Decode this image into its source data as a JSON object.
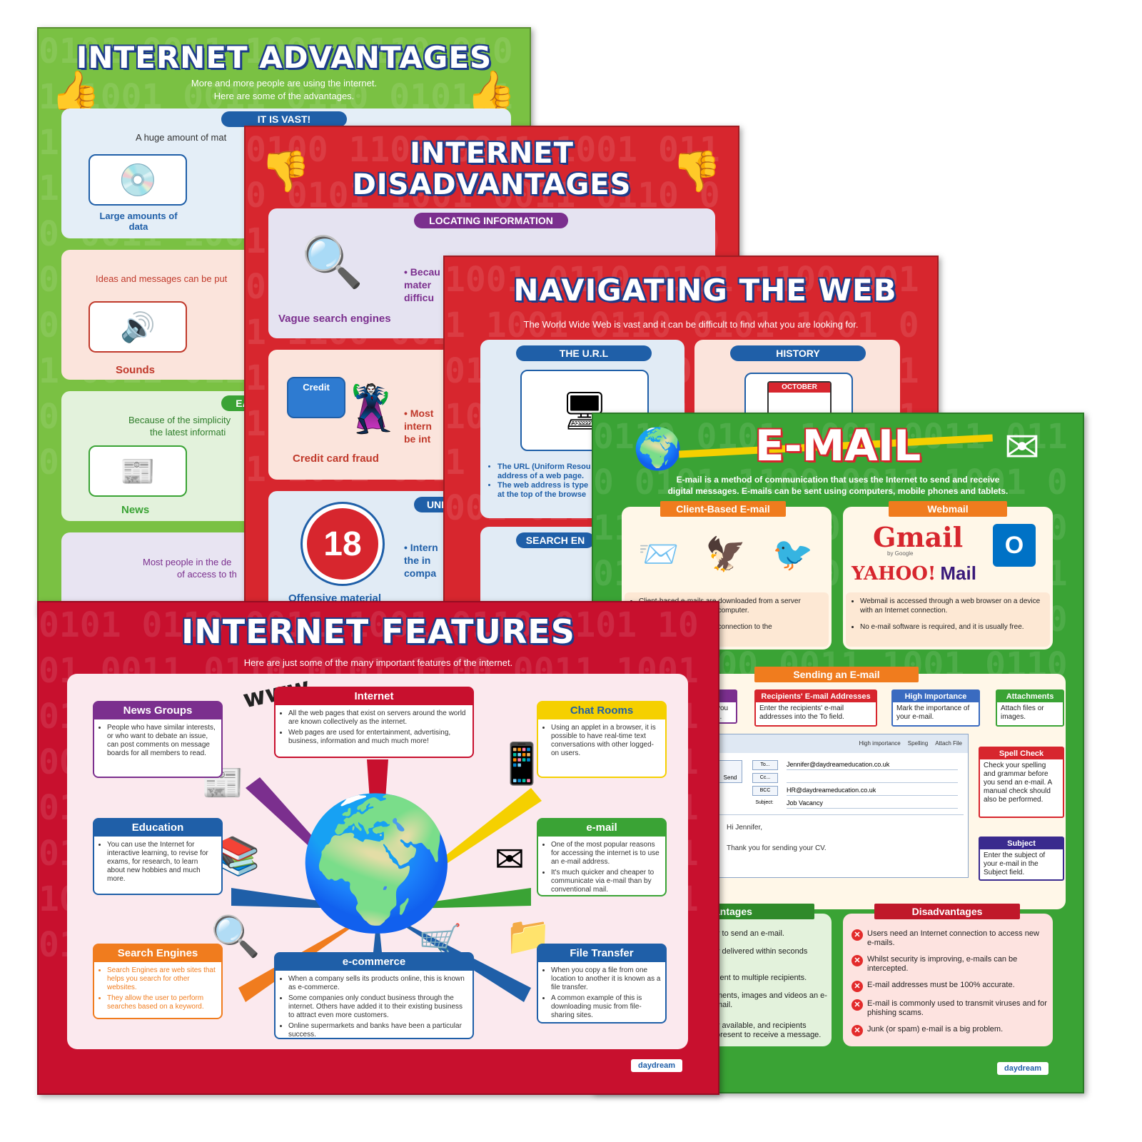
{
  "posters": {
    "advantages": {
      "title": "INTERNET ADVANTAGES",
      "subtitle_1": "More and more people are using the internet.",
      "subtitle_2": "Here are some of the advantages.",
      "section_vast": "IT IS VAST!",
      "vast_text": "A huge amount of mat",
      "item_data": "Large amounts of data",
      "ideas_text": "Ideas and messages can be put",
      "item_sounds": "Sounds",
      "easy_pill": "EA",
      "simplicity_1": "Because of the simplicity",
      "simplicity_2": "the latest informati",
      "item_news": "News",
      "most_people_1": "Most people in the de",
      "most_people_2": "of access to th",
      "colors": {
        "bg": "#7ac143",
        "accent": "#1f5fa8"
      }
    },
    "disadvantages": {
      "title_1": "INTERNET",
      "title_2": "DISADVANTAGES",
      "section_locating": "LOCATING INFORMATION",
      "locating_bullet": [
        "• Becau",
        "mater",
        "difficu"
      ],
      "item_vague": "Vague search engines",
      "item_credit": "Credit card fraud",
      "credit_bullet": [
        "• Most",
        "intern",
        "be int"
      ],
      "credit_card_word": "Credit",
      "section_un": "UNI",
      "item_eighteen": "18",
      "eighteen_bullet": [
        "• Intern",
        "the in",
        "compa"
      ],
      "item_offensive": "Offensive material",
      "colors": {
        "bg": "#d7262e",
        "accent": "#7b2f8e"
      }
    },
    "navigating": {
      "title": "NAVIGATING THE WEB",
      "subtitle": "The World Wide Web is vast and it can be difficult to find what you are looking for.",
      "section_url": "THE U.R.L",
      "section_history": "HISTORY",
      "section_search": "SEARCH EN",
      "url_bullets": [
        "The URL (Uniform Resou",
        "address of a web page.",
        "The web address is type",
        "at the top of the browse"
      ],
      "calendar_word": "OCTOBER",
      "colors": {
        "bg": "#d7262e",
        "accent": "#1f5fa8"
      }
    },
    "email": {
      "title": "E-MAIL",
      "subtitle_1": "E-mail is a method of communication that uses the Internet to send and receive",
      "subtitle_2": "digital messages. E-mails can be sent using computers, mobile phones and tablets.",
      "client_pill": "Client-Based E-mail",
      "webmail_pill": "Webmail",
      "client_bullets": [
        "Client-based e-mails are downloaded from a server",
        "d on a computer.",
        "ct connection to the"
      ],
      "webmail_bullets": [
        "Webmail is accessed through a web browser on a device with an Internet connection.",
        "No e-mail software is required, and it is usually free."
      ],
      "gmail_logo": "Gmail",
      "gmail_by": "by Google",
      "yahoo_logo": "YAHOO!",
      "yahoo_mail": "Mail",
      "sending_pill": "Sending an E-mail",
      "boxes": {
        "recipients": {
          "head": "Recipients' E-mail Addresses",
          "body": "Enter the recipients' e-mail addresses into the To field."
        },
        "importance": {
          "head": "High Importance",
          "body": "Mark the importance of your e-mail."
        },
        "attachments": {
          "head": "Attachments",
          "body": "Attach files or images."
        },
        "spell": {
          "head": "Spell Check",
          "body": "Check your spelling and grammar before you send an e-mail. A manual check should also be performed."
        },
        "subject": {
          "head": "Subject",
          "body": "Enter the subject of your e-mail in the Subject field."
        },
        "clipped": {
          "body": "you il."
        }
      },
      "client_window": {
        "toolbar": [
          "High importance",
          "Spelling",
          "Attach File"
        ],
        "send": "Send",
        "to_label": "To...",
        "cc_label": "Cc...",
        "bcc_label": "BCC",
        "subject_label": "Subject:",
        "to_value": "Jennifer@daydreameducation.co.uk",
        "bcc_value": "HR@daydreameducation.co.uk",
        "subject_value": "Job Vacancy",
        "body_1": "Hi Jennifer,",
        "body_2": "Thank you for sending your CV."
      },
      "adv_pill": "antages",
      "adv_items": [
        "y to send an e-mail.",
        "y delivered within seconds",
        "sent to multiple recipients.",
        "ments, images and videos an e-mail.",
        "y available, and recipients present to receive a message."
      ],
      "dis_pill": "Disadvantages",
      "dis_items": [
        "Users need an Internet connection to access new e-mails.",
        "Whilst security is improving, e-mails can be intercepted.",
        "E-mail addresses must be 100% accurate.",
        "E-mail is commonly used to transmit viruses and for phishing scams.",
        "Junk (or spam) e-mail is a big problem."
      ],
      "colors": {
        "bg": "#3aa335",
        "accent": "#f07c1e"
      }
    },
    "features": {
      "title": "INTERNET FEATURES",
      "subtitle": "Here are just some of the many important features of the internet.",
      "www": "www.",
      "cards": {
        "news": {
          "head": "News Groups",
          "bullets": [
            "People who have similar interests, or who want to debate an issue, can post comments on message boards for all members to read."
          ]
        },
        "internet": {
          "head": "Internet",
          "bullets": [
            "All the web pages that exist on servers around the world are known collectively as the internet.",
            "Web pages are used for entertainment, advertising, business, information and much much more!"
          ]
        },
        "chat": {
          "head": "Chat Rooms",
          "bullets": [
            "Using an applet in a browser, it is possible to have real-time text conversations with other logged-on users."
          ]
        },
        "education": {
          "head": "Education",
          "bullets": [
            "You can use the Internet for interactive learning, to revise for exams, for research, to learn about new hobbies and much more."
          ]
        },
        "email": {
          "head": "e-mail",
          "bullets": [
            "One of the most popular reasons for accessing the internet is to use an e-mail address.",
            "It's much quicker and cheaper to communicate via e-mail than by conventional mail."
          ]
        },
        "search": {
          "head": "Search Engines",
          "bullets": [
            "Search Engines are web sites that helps you search for other websites.",
            "They allow the user to perform searches based on a keyword."
          ]
        },
        "ecommerce": {
          "head": "e-commerce",
          "bullets": [
            "When a company sells its products online, this is known as e-commerce.",
            "Some companies only conduct business through the internet. Others have added it to their existing business to attract even more customers.",
            "Online supermarkets and banks have been a particular success."
          ]
        },
        "filetransfer": {
          "head": "File Transfer",
          "bullets": [
            "When you copy a file from one location to another it is known as a file transfer.",
            "A common example of this is downloading music from file-sharing sites."
          ]
        }
      },
      "colors": {
        "bg": "#c8102e",
        "accent": "#1f5fa8"
      }
    },
    "brand": "daydream"
  },
  "icons": [
    "thumbs-up-icon",
    "thumbs-down-icon",
    "cd-icon",
    "speaker-icon",
    "newspaper-icon",
    "magnifier-icon",
    "burglar-icon",
    "globe-icon",
    "envelope-icon",
    "phone-icon",
    "books-icon",
    "cart-icon",
    "folder-icon",
    "calendar-icon",
    "browser-icon",
    "x-icon"
  ]
}
